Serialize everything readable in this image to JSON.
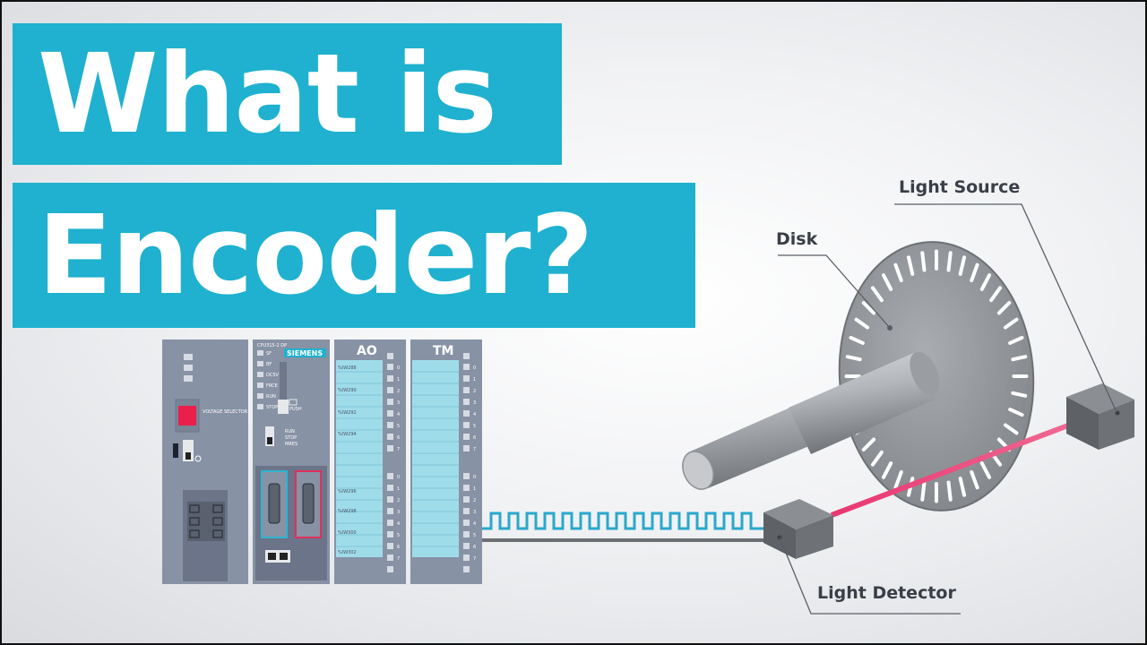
{
  "title": {
    "line1": "What is",
    "line2": "Encoder?"
  },
  "labels": {
    "light_source": "Light Source",
    "disk": "Disk",
    "light_detector": "Light Detector"
  },
  "plc": {
    "cpu_model": "CPU315-2 DP",
    "brand": "SIEMENS",
    "voltage_selector": "VOLTAGE SELECTOR",
    "push": "PUSH",
    "cpu_leds": [
      "SF",
      "BF",
      "DC5V",
      "FRCE",
      "RUN",
      "STOP"
    ],
    "mode_switch": [
      "RUN",
      "STOP",
      "MRES"
    ],
    "ao_label": "AO",
    "tm_label": "TM",
    "ao_channels": [
      "%IW288",
      "%IW290",
      "%IW292",
      "%IW294",
      "%IW296",
      "%IW298",
      "%IW300",
      "%IW302"
    ],
    "pin_numbers": [
      "0",
      "1",
      "2",
      "3",
      "4",
      "5",
      "6",
      "7"
    ]
  },
  "colors": {
    "accent": "#1fb1cf",
    "module": "#8792a5",
    "signal_wave": "#2aa8cc",
    "laser": "#e83670"
  }
}
